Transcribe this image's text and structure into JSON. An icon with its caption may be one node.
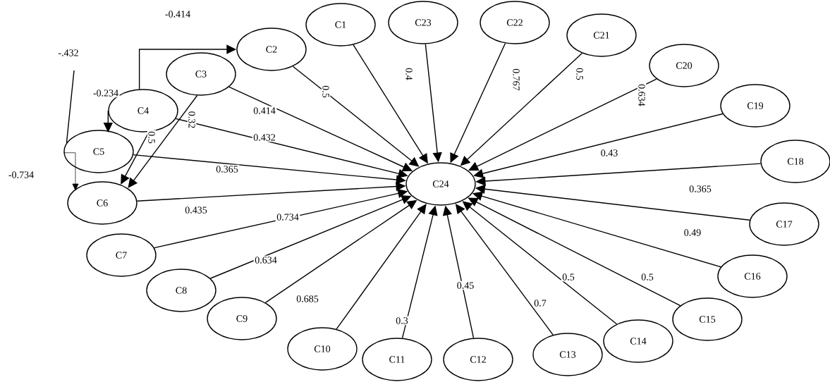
{
  "diagram": {
    "nodes": [
      {
        "text": [
          "C1"
        ]
      },
      {
        "text": [
          "C2"
        ]
      },
      {
        "text": [
          "C3"
        ]
      },
      {
        "text": [
          "C4"
        ]
      },
      {
        "text": [
          "C5"
        ]
      },
      {
        "text": [
          "C6"
        ]
      },
      {
        "text": [
          "C7"
        ]
      },
      {
        "text": [
          "C8"
        ]
      },
      {
        "text": [
          "C9"
        ]
      },
      {
        "text": [
          "C10"
        ]
      },
      {
        "text": [
          "C11"
        ]
      },
      {
        "text": [
          "C12"
        ]
      },
      {
        "text": [
          "C13"
        ]
      },
      {
        "text": [
          "C14"
        ]
      },
      {
        "text": [
          "C15"
        ]
      },
      {
        "text": [
          "C16"
        ]
      },
      {
        "text": [
          "C17"
        ]
      },
      {
        "text": [
          "C18"
        ]
      },
      {
        "text": [
          "C19"
        ]
      },
      {
        "text": [
          "C20"
        ]
      },
      {
        "text": [
          "C21"
        ]
      },
      {
        "text": [
          "C22"
        ]
      },
      {
        "text": [
          "C23"
        ]
      },
      {
        "text": [
          "C24"
        ]
      }
    ],
    "edges": [
      {
        "from": 0,
        "to": 23,
        "arrow": "to",
        "label": "0.4"
      },
      {
        "from": 1,
        "to": 23,
        "arrow": "to",
        "label": "0.5"
      },
      {
        "from": 2,
        "to": 23,
        "arrow": "to",
        "label": "0.414"
      },
      {
        "from": 3,
        "to": 23,
        "arrow": "to",
        "label": "0.432"
      },
      {
        "from": 4,
        "to": 23,
        "arrow": "to",
        "label": "0.365"
      },
      {
        "from": 5,
        "to": 23,
        "arrow": "to",
        "label": "0.435"
      },
      {
        "from": 6,
        "to": 23,
        "arrow": "to",
        "label": "0.734"
      },
      {
        "from": 7,
        "to": 23,
        "arrow": "to",
        "label": "0.634"
      },
      {
        "from": 8,
        "to": 23,
        "arrow": "to",
        "label": "0.685"
      },
      {
        "from": 9,
        "to": 23,
        "arrow": "to"
      },
      {
        "from": 10,
        "to": 23,
        "arrow": "to",
        "label": "0.3"
      },
      {
        "from": 11,
        "to": 23,
        "arrow": "to",
        "label": "0.45"
      },
      {
        "from": 12,
        "to": 23,
        "arrow": "to",
        "label": "0.7"
      },
      {
        "from": 13,
        "to": 23,
        "arrow": "to",
        "label": "0.5"
      },
      {
        "from": 14,
        "to": 23,
        "arrow": "to",
        "label": "0.5"
      },
      {
        "from": 15,
        "to": 23,
        "arrow": "to"
      },
      {
        "from": 16,
        "to": 23,
        "arrow": "to",
        "label": "0.49"
      },
      {
        "from": 17,
        "to": 23,
        "arrow": "to",
        "label": "0.365"
      },
      {
        "from": 18,
        "to": 23,
        "arrow": "to",
        "label": "0.43"
      },
      {
        "from": 19,
        "to": 23,
        "arrow": "to",
        "label": "0.634"
      },
      {
        "from": 20,
        "to": 23,
        "arrow": "to",
        "label": "0.5"
      },
      {
        "from": 21,
        "to": 23,
        "arrow": "to",
        "label": "0.767"
      },
      {
        "from": 22,
        "to": 23,
        "arrow": "to"
      },
      {
        "from": 3,
        "to": 1,
        "arrow": "to",
        "label": "-0.414"
      },
      {
        "from": 3,
        "to": 4,
        "arrow": "to",
        "label": "-0.234"
      },
      {
        "from": null,
        "to": 4,
        "arrow": "none",
        "label": "-.432"
      },
      {
        "from": 4,
        "to": 5,
        "arrow": "to",
        "label": "-0.734"
      },
      {
        "from": 3,
        "to": 5,
        "arrow": "to",
        "label": "0.5"
      },
      {
        "from": 2,
        "to": 5,
        "arrow": "to",
        "label": "0.32"
      }
    ]
  }
}
